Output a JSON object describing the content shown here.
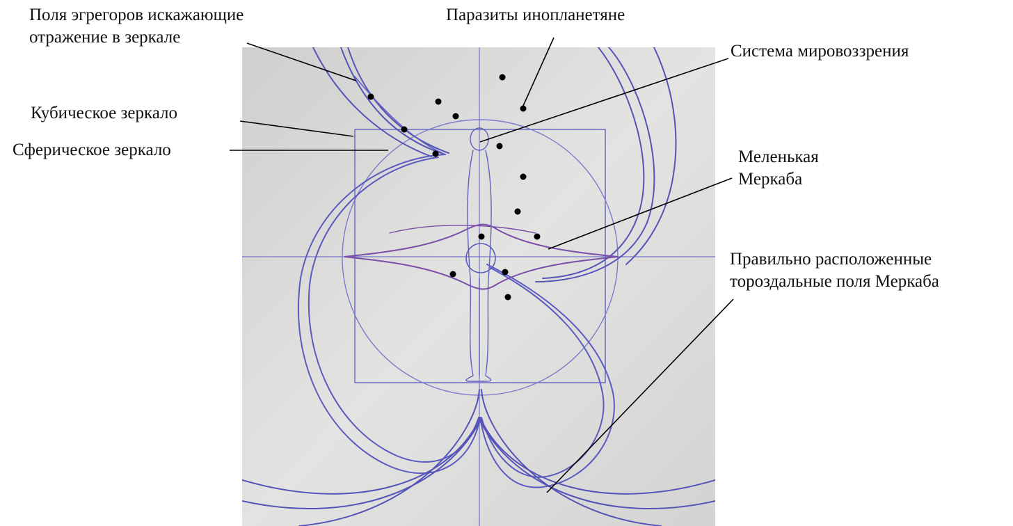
{
  "colors": {
    "pen": "#5454b8",
    "pen_light": "#8a8ad4",
    "pen_purple": "#7a4ea8",
    "paper": "#dcdcda",
    "dots": "#000000",
    "leaders": "#000000"
  },
  "labels": {
    "egregor_line1": "Поля эгрегоров искажающие",
    "egregor_line2": "отражение в зеркале",
    "parasites": "Паразиты инопланетяне",
    "worldview": "Система мировоззрения",
    "cubic_mirror": "Кубическое зеркало",
    "spherical_mirror": "Сферическое зеркало",
    "small_merkaba_line1": "Меленькая",
    "small_merkaba_line2": "Меркаба",
    "toroidal_line1": "Правильно расположенные",
    "toroidal_line2": "тороздальные поля Меркаба"
  }
}
